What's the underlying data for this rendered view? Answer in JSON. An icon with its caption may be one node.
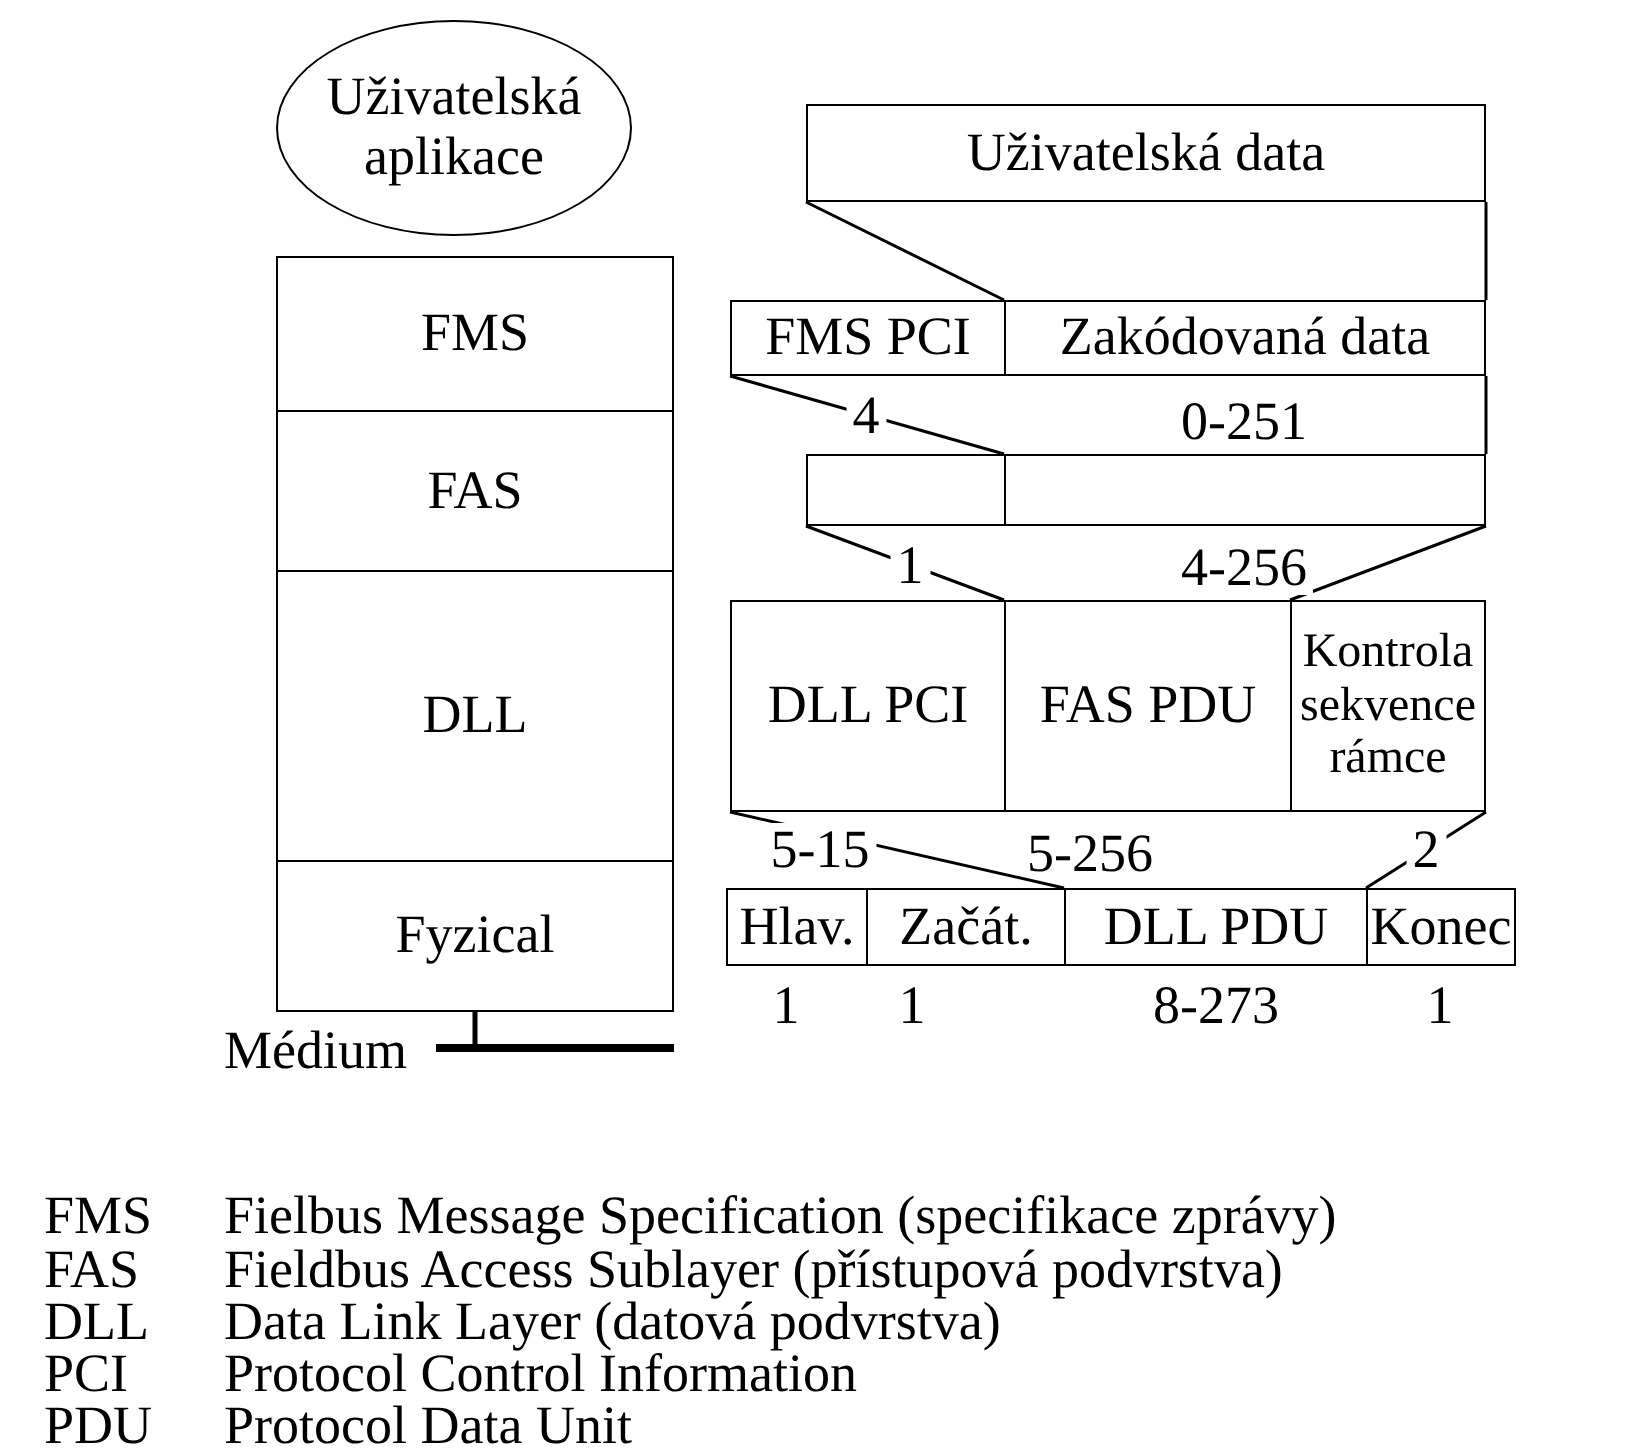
{
  "diagram": {
    "nodes": [
      {
        "text": [
          "Uživatelská aplikace"
        ]
      },
      {
        "text": [
          "FMS"
        ]
      },
      {
        "text": [
          "FAS"
        ]
      },
      {
        "text": [
          "DLL"
        ]
      },
      {
        "text": [
          "Fyzical"
        ]
      },
      {
        "text": [],
        "shape": "bar",
        "beside": [
          "Médium"
        ]
      },
      {
        "text": [
          "Uživatelská data"
        ]
      },
      {
        "text": [
          "FMS PCI"
        ]
      },
      {
        "text": [
          "Zakódovaná data"
        ]
      },
      {
        "text": [],
        "shape": "box"
      },
      {
        "text": [],
        "shape": "box"
      },
      {
        "text": [
          "DLL PCI"
        ]
      },
      {
        "text": [
          "FAS PDU"
        ]
      },
      {
        "text": [
          "Kontrola sekvence rámce"
        ]
      },
      {
        "text": [
          "Hlav."
        ]
      },
      {
        "text": [
          "Začát."
        ]
      },
      {
        "text": [
          "DLL PDU"
        ]
      },
      {
        "text": [
          "Konec"
        ]
      }
    ],
    "edges": [
      {
        "from": 6,
        "to": 8,
        "arrow": "none"
      },
      {
        "from": 6,
        "to": 8,
        "arrow": "none"
      },
      {
        "from": 7,
        "to": 10,
        "arrow": "none",
        "label": "4"
      },
      {
        "from": 8,
        "to": 10,
        "arrow": "none"
      },
      {
        "from": 9,
        "to": 12,
        "arrow": "none",
        "label": "1"
      },
      {
        "from": 10,
        "to": 13,
        "arrow": "none",
        "label": "4-256"
      },
      {
        "from": 11,
        "to": 16,
        "arrow": "none",
        "label": "5-15"
      },
      {
        "from": 13,
        "to": 17,
        "arrow": "none",
        "label": "2"
      },
      {
        "from": 4,
        "to": 5,
        "arrow": "none"
      }
    ],
    "labels": [
      "0-251",
      "5-256",
      "1",
      "1",
      "8-273",
      "1",
      "FMS",
      "Fielbus Message Specification (specifikace zprávy)",
      "FAS",
      "Fieldbus Access Sublayer (přístupová podvrstva)",
      "DLL",
      "Data Link Layer (datová podvrstva)",
      "PCI",
      "Protocol Control Information",
      "PDU",
      "Protocol Data Unit"
    ]
  }
}
